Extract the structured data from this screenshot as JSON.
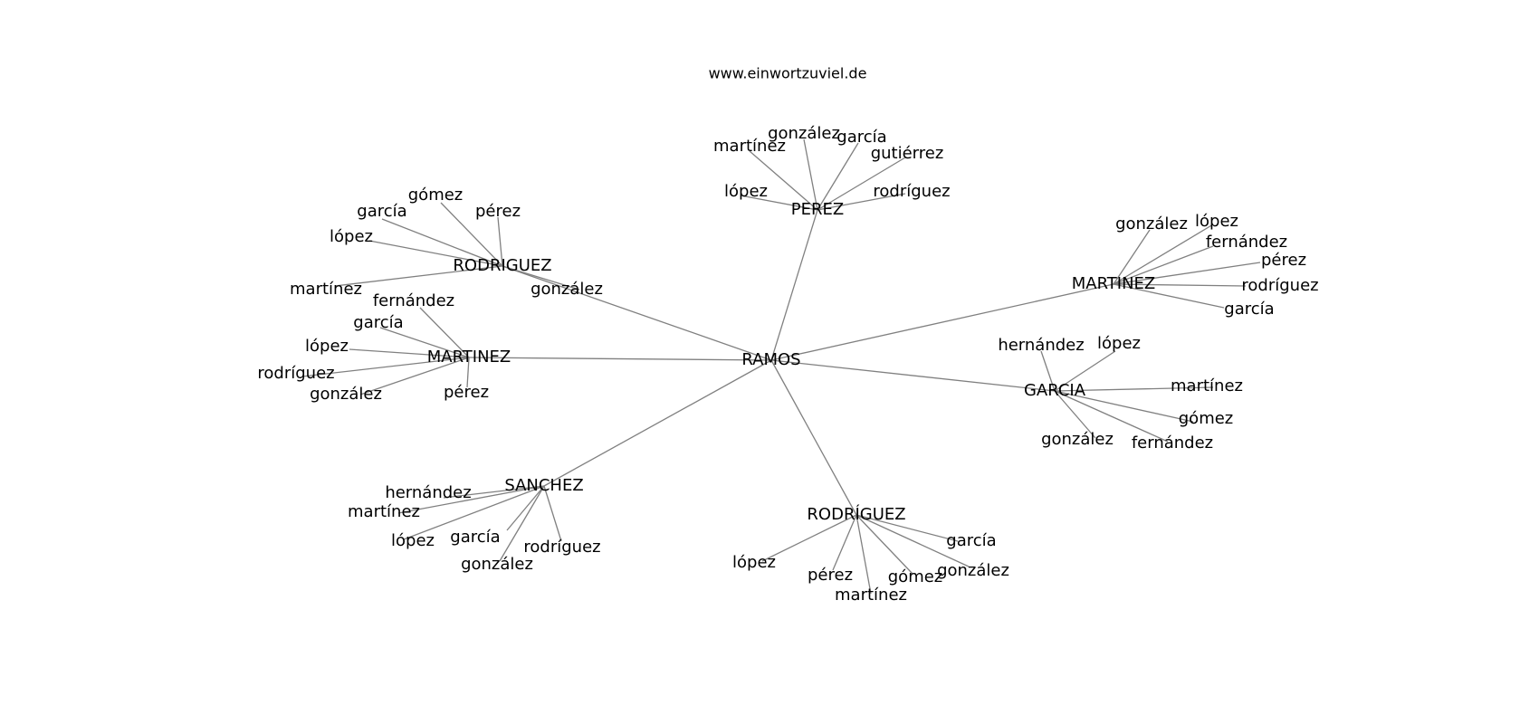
{
  "header": {
    "site": "www.einwortzuviel.de"
  },
  "diagram": {
    "center": "RAMOS",
    "clusters": [
      {
        "hub": "RODRIGUEZ",
        "hub_name": "rodriguez-top-left",
        "leaves": [
          "gómez",
          "pérez",
          "garcía",
          "lópez",
          "martínez",
          "gonzález"
        ]
      },
      {
        "hub": "PEREZ",
        "hub_name": "perez",
        "leaves": [
          "martínez",
          "gonzález",
          "garcía",
          "gutiérrez",
          "lópez",
          "rodríguez"
        ]
      },
      {
        "hub": "MARTINEZ",
        "hub_name": "martinez-right",
        "leaves": [
          "gonzález",
          "lópez",
          "fernández",
          "pérez",
          "rodríguez",
          "garcía"
        ]
      },
      {
        "hub": "MARTINEZ",
        "hub_name": "martinez-left",
        "leaves": [
          "fernández",
          "garcía",
          "lópez",
          "rodríguez",
          "gonzález",
          "pérez"
        ]
      },
      {
        "hub": "GARCIA",
        "hub_name": "garcia",
        "leaves": [
          "hernández",
          "lópez",
          "martínez",
          "gómez",
          "gonzález",
          "fernández"
        ]
      },
      {
        "hub": "SANCHEZ",
        "hub_name": "sanchez",
        "leaves": [
          "hernández",
          "martínez",
          "lópez",
          "garcía",
          "rodríguez",
          "gonzález"
        ]
      },
      {
        "hub": "RODRÍGUEZ",
        "hub_name": "rodriguez-bottom",
        "leaves": [
          "garcía",
          "gonzález",
          "lópez",
          "pérez",
          "gómez",
          "martínez"
        ]
      }
    ]
  }
}
